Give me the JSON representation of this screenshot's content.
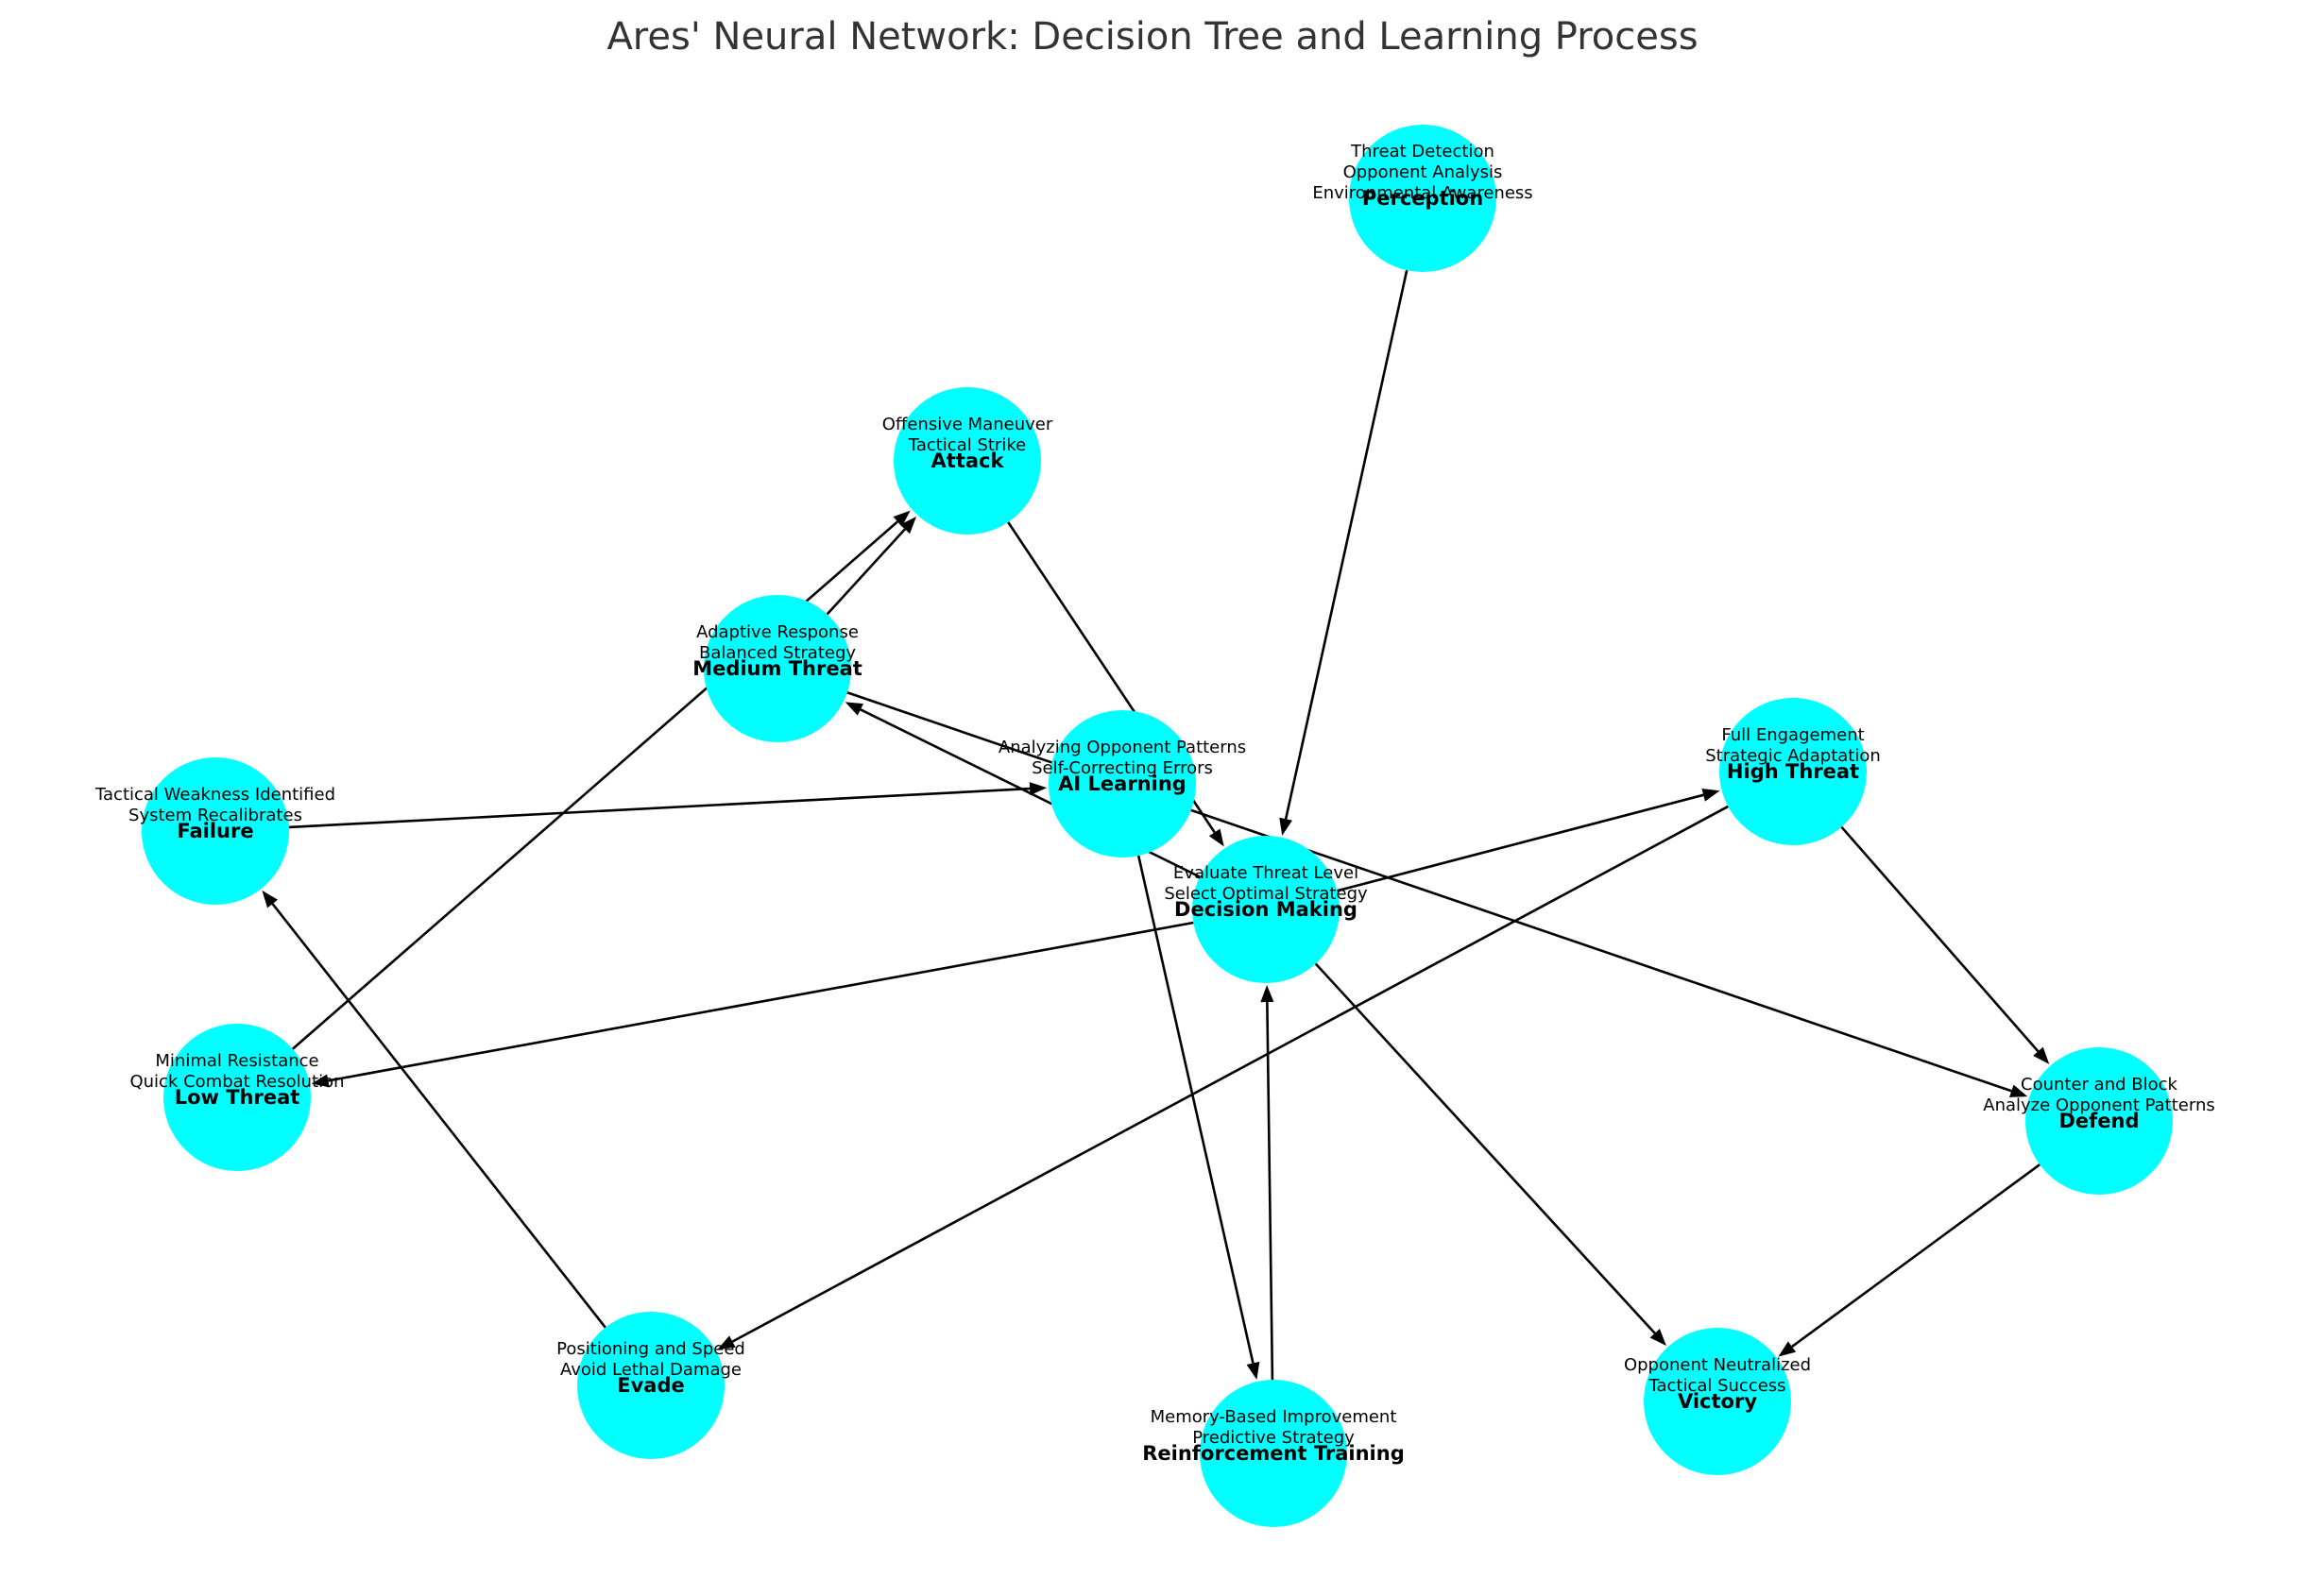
{
  "title": "Ares' Neural Network: Decision Tree and Learning Process",
  "colors": {
    "node_fill": "#00FFFF",
    "edge": "#000000",
    "title": "#333333"
  },
  "nodes": [
    {
      "id": "perception",
      "label": "Perception",
      "desc": [
        "Threat Detection",
        "Opponent Analysis",
        "Environmental Awareness"
      ]
    },
    {
      "id": "attack",
      "label": "Attack",
      "desc": [
        "Offensive Maneuver",
        "Tactical Strike"
      ]
    },
    {
      "id": "medium",
      "label": "Medium Threat",
      "desc": [
        "Adaptive Response",
        "Balanced Strategy"
      ]
    },
    {
      "id": "ailearning",
      "label": "AI Learning",
      "desc": [
        "Analyzing Opponent Patterns",
        "Self-Correcting Errors"
      ]
    },
    {
      "id": "high",
      "label": "High Threat",
      "desc": [
        "Full Engagement",
        "Strategic Adaptation"
      ]
    },
    {
      "id": "failure",
      "label": "Failure",
      "desc": [
        "Tactical Weakness Identified",
        "System Recalibrates"
      ]
    },
    {
      "id": "decision",
      "label": "Decision Making",
      "desc": [
        "Evaluate Threat Level",
        "Select Optimal Strategy"
      ]
    },
    {
      "id": "low",
      "label": "Low Threat",
      "desc": [
        "Minimal Resistance",
        "Quick Combat Resolution"
      ]
    },
    {
      "id": "defend",
      "label": "Defend",
      "desc": [
        "Counter and Block",
        "Analyze Opponent Patterns"
      ]
    },
    {
      "id": "evade",
      "label": "Evade",
      "desc": [
        "Positioning and Speed",
        "Avoid Lethal Damage"
      ]
    },
    {
      "id": "victory",
      "label": "Victory",
      "desc": [
        "Opponent Neutralized",
        "Tactical Success"
      ]
    },
    {
      "id": "reinforcement",
      "label": "Reinforcement Training",
      "desc": [
        "Memory-Based Improvement",
        "Predictive Strategy"
      ]
    }
  ],
  "edges": [
    {
      "from": "perception",
      "to": "decision"
    },
    {
      "from": "decision",
      "to": "high"
    },
    {
      "from": "decision",
      "to": "low"
    },
    {
      "from": "decision",
      "to": "medium"
    },
    {
      "from": "decision",
      "to": "victory"
    },
    {
      "from": "high",
      "to": "defend"
    },
    {
      "from": "high",
      "to": "evade"
    },
    {
      "from": "medium",
      "to": "attack"
    },
    {
      "from": "medium",
      "to": "defend"
    },
    {
      "from": "low",
      "to": "attack"
    },
    {
      "from": "attack",
      "to": "decision"
    },
    {
      "from": "defend",
      "to": "victory"
    },
    {
      "from": "evade",
      "to": "failure"
    },
    {
      "from": "failure",
      "to": "ailearning"
    },
    {
      "from": "ailearning",
      "to": "reinforcement"
    },
    {
      "from": "reinforcement",
      "to": "decision"
    }
  ]
}
